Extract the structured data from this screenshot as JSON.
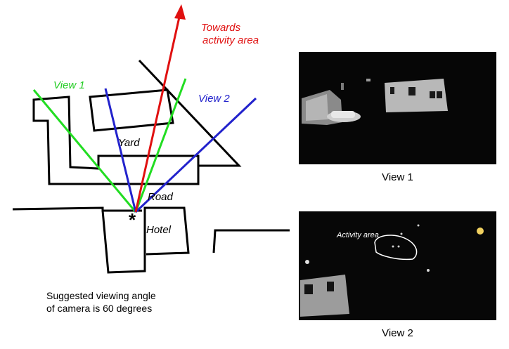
{
  "map": {
    "labels": {
      "towards_line1": "Towards",
      "towards_line2": "activity area",
      "view1": "View 1",
      "view2": "View 2",
      "yard": "Yard",
      "road": "Road",
      "hotel": "Hotel"
    },
    "colors": {
      "towards": "#e01010",
      "view1": "#22dd22",
      "view2": "#2222cc",
      "outline": "#000000"
    },
    "note_line1": "Suggested viewing angle",
    "note_line2": "of camera is 60 degrees"
  },
  "views": [
    {
      "caption": "View 1"
    },
    {
      "caption": "View 2",
      "annotation": "Activity area"
    }
  ]
}
